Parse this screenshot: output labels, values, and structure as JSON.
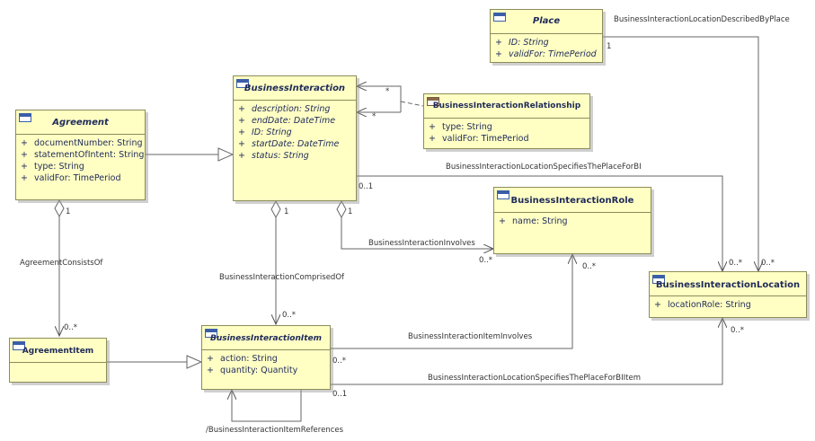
{
  "classes": {
    "place": {
      "name": "Place",
      "attrs": [
        {
          "vis": "+",
          "text": "ID: String"
        },
        {
          "vis": "+",
          "text": "validFor: TimePeriod"
        }
      ]
    },
    "business_interaction": {
      "name": "BusinessInteraction",
      "attrs": [
        {
          "vis": "+",
          "text": "description: String"
        },
        {
          "vis": "+",
          "text": "endDate: DateTime"
        },
        {
          "vis": "+",
          "text": "ID: String"
        },
        {
          "vis": "+",
          "text": "startDate: DateTime"
        },
        {
          "vis": "+",
          "text": "status: String"
        }
      ]
    },
    "business_interaction_relationship": {
      "name": "BusinessInteractionRelationship",
      "attrs": [
        {
          "vis": "+",
          "text": "type: String"
        },
        {
          "vis": "+",
          "text": "validFor: TimePeriod"
        }
      ]
    },
    "agreement": {
      "name": "Agreement",
      "attrs": [
        {
          "vis": "+",
          "text": "documentNumber: String"
        },
        {
          "vis": "+",
          "text": "statementOfIntent: String"
        },
        {
          "vis": "+",
          "text": "type: String"
        },
        {
          "vis": "+",
          "text": "validFor: TimePeriod"
        }
      ]
    },
    "business_interaction_role": {
      "name": "BusinessInteractionRole",
      "attrs": [
        {
          "vis": "+",
          "text": "name: String"
        }
      ]
    },
    "business_interaction_location": {
      "name": "BusinessInteractionLocation",
      "attrs": [
        {
          "vis": "+",
          "text": "locationRole: String"
        }
      ]
    },
    "agreement_item": {
      "name": "AgreementItem",
      "attrs": []
    },
    "business_interaction_item": {
      "name": "BusinessInteractionItem",
      "attrs": [
        {
          "vis": "+",
          "text": "action: String"
        },
        {
          "vis": "+",
          "text": "quantity: Quantity"
        }
      ]
    }
  },
  "labels": {
    "described_by_place": "BusinessInteractionLocationDescribedByPlace",
    "specifies_place_for_bi": "BusinessInteractionLocationSpecifiesThePlaceForBI",
    "bi_involves": "BusinessInteractionInvolves",
    "agreement_consists_of": "AgreementConsistsOf",
    "bi_comprised_of": "BusinessInteractionComprisedOf",
    "bi_item_involves": "BusinessInteractionItemInvolves",
    "specifies_place_for_bi_item": "BusinessInteractionLocationSpecifiesThePlaceForBIItem",
    "bi_item_references": "/BusinessInteractionItemReferences"
  },
  "multiplicities": {
    "place_end": "1",
    "rel_a": "*",
    "rel_b": "*",
    "bi_location_end": "0..1",
    "agreement_end": "1",
    "comprised_end": "1",
    "involves_whole_end": "1",
    "role_end": "0..*",
    "loc_from_bi": "0..*",
    "loc_from_place": "0..*",
    "agreement_item_end": "0..*",
    "bi_item_end": "0..*",
    "role_item_end": "0..*",
    "item_involves_end": "0..*",
    "loc_from_item": "0..*",
    "item_loc_end": "0..1"
  }
}
